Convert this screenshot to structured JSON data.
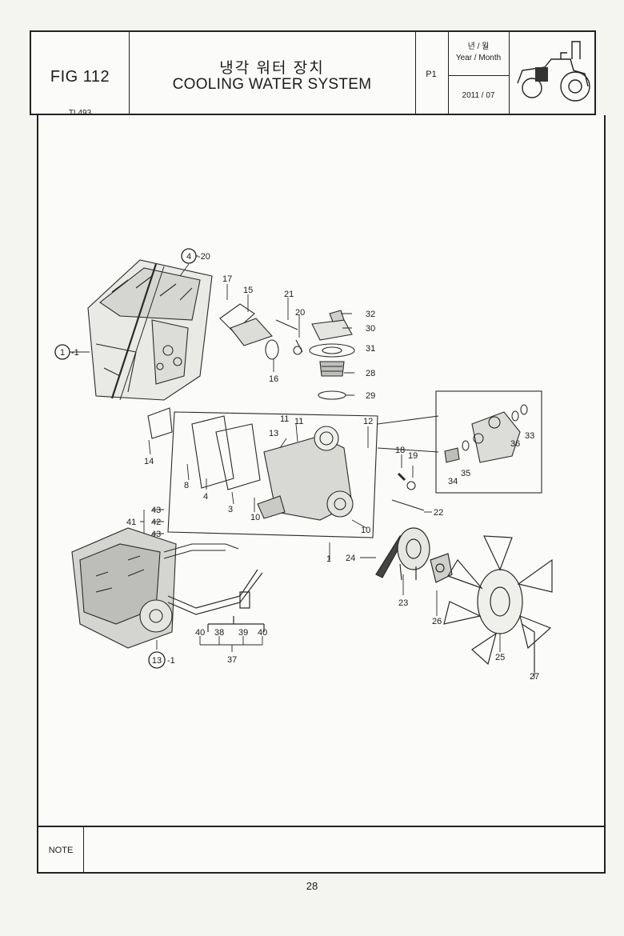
{
  "header": {
    "fig": "FIG 112",
    "model": "TL493",
    "title_ko": "냉각 워터 장치",
    "title_en": "COOLING WATER SYSTEM",
    "page": "P1",
    "year_month_ko": "년 / 월",
    "year_month_en": "Year / Month",
    "date": "2011 / 07"
  },
  "labels": {
    "callout_4": "4",
    "callout_4_sub": "-20",
    "callout_1": "1",
    "callout_1_sub": "-1",
    "callout_13": "13",
    "callout_13_sub": "-1",
    "p17": "17",
    "p15": "15",
    "p21": "21",
    "p20": "20",
    "p32": "32",
    "p30": "30",
    "p31": "31",
    "p16": "16",
    "p28": "28",
    "p29": "29",
    "p11a": "11",
    "p11b": "11",
    "p12": "12",
    "p13": "13",
    "p14": "14",
    "p8": "8",
    "p4": "4",
    "p3": "3",
    "p10a": "10",
    "p10b": "10",
    "p18": "18",
    "p19": "19",
    "p22": "22",
    "p1": "1",
    "p24": "24",
    "p23": "23",
    "p26": "26",
    "p25": "25",
    "p27": "27",
    "p43a": "43",
    "p42": "42",
    "p43b": "43",
    "p41": "41",
    "p40a": "40",
    "p38": "38",
    "p39": "39",
    "p40b": "40",
    "p37": "37",
    "p36": "36",
    "p33": "33",
    "p34": "34",
    "p35": "35"
  },
  "footer": {
    "note": "NOTE",
    "page_number": "28"
  }
}
